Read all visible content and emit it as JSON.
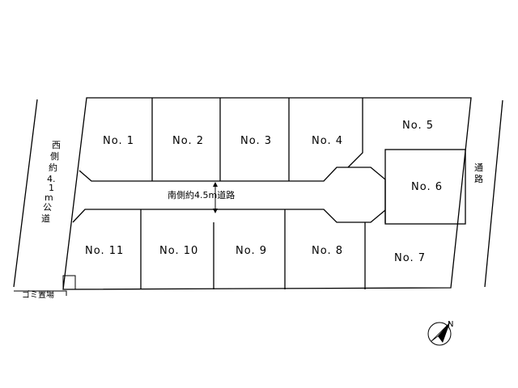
{
  "lots": [
    {
      "id": "lot-1",
      "label": "No. 1"
    },
    {
      "id": "lot-2",
      "label": "No. 2"
    },
    {
      "id": "lot-3",
      "label": "No. 3"
    },
    {
      "id": "lot-4",
      "label": "No. 4"
    },
    {
      "id": "lot-5",
      "label": "No. 5"
    },
    {
      "id": "lot-6",
      "label": "No. 6"
    },
    {
      "id": "lot-7",
      "label": "No. 7"
    },
    {
      "id": "lot-8",
      "label": "No. 8"
    },
    {
      "id": "lot-9",
      "label": "No. 9"
    },
    {
      "id": "lot-10",
      "label": "No. 10"
    },
    {
      "id": "lot-11",
      "label": "No. 11"
    }
  ],
  "internal_road": {
    "label": "南側約4.5m道路"
  },
  "west_road": {
    "label_chars": [
      "西",
      "側",
      "約",
      "4.",
      "1",
      "m",
      "公",
      "道"
    ]
  },
  "east_road": {
    "label_chars": [
      "通",
      "路"
    ]
  },
  "garbage": {
    "label": "ゴミ置場"
  },
  "north_arrow": {
    "icon": "north-arrow-icon",
    "label": "N"
  }
}
